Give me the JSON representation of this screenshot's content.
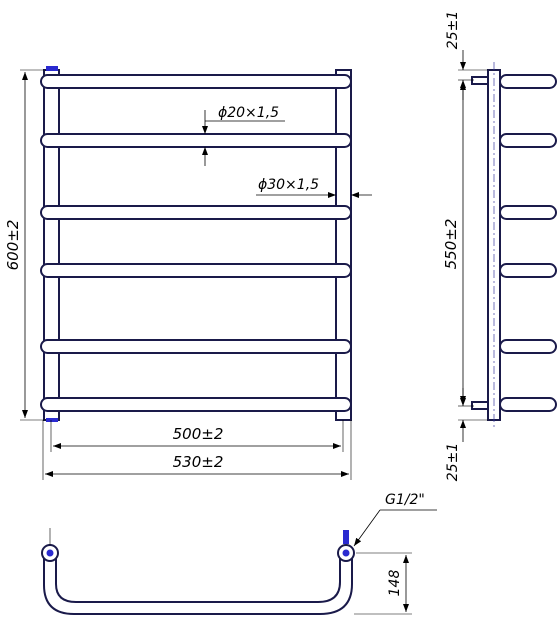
{
  "front_view": {
    "dim_height": "600±2",
    "dim_width_inner": "500±2",
    "dim_width_outer": "530±2",
    "dim_crossbar_diameter": "ϕ20×1,5",
    "dim_rail_diameter": "ϕ30×1,5"
  },
  "side_view": {
    "dim_top_offset": "25±1",
    "dim_center_distance": "550±2",
    "dim_bottom_offset": "25±1"
  },
  "top_view": {
    "thread_label": "G1/2\"",
    "dim_depth": "148"
  },
  "colors": {
    "line": "#1a1a4a",
    "accent": "#2a2ad0",
    "dimension": "#000000"
  }
}
